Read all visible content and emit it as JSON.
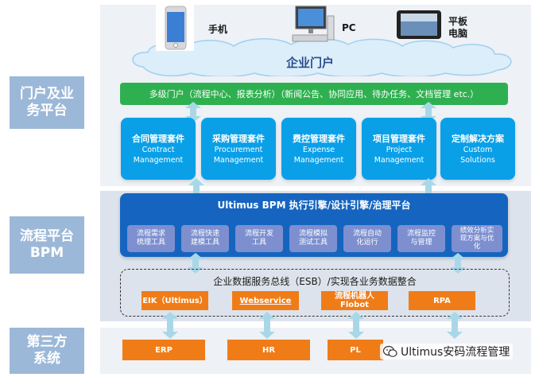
{
  "side_labels": {
    "portal": "门户及业\n务平台",
    "bpm": "流程平台\nBPM",
    "third": "第三方\n系统"
  },
  "devices": {
    "phone": "手机",
    "pc": "PC",
    "tablet": "平板\n电脑"
  },
  "cloud_title": "企业门户",
  "portal_bar": "多级门户（流程中心、报表分析）（新闻公告、协同应用、待办任务、文档管理 etc.）",
  "suites": [
    {
      "cn": "合同管理套件",
      "en": "Contract\nManagement"
    },
    {
      "cn": "采购管理套件",
      "en": "Procurement\nManagement"
    },
    {
      "cn": "费控管理套件",
      "en": "Expense\nManagement"
    },
    {
      "cn": "项目管理套件",
      "en": "Project\nManagement"
    },
    {
      "cn": "定制解决方案",
      "en": "Custom\nSolutions"
    }
  ],
  "bpm": {
    "title": "Ultimus BPM 执行引擎/设计引擎/治理平台",
    "items": [
      "流程需求\n梳理工具",
      "流程快速\n建模工具",
      "流程开发\n工具",
      "流程模拟\n测试工具",
      "流程自动\n化运行",
      "流程监控\n与管理",
      "绩效分析实\n现方案与优\n化"
    ]
  },
  "esb": {
    "title": "企业数据服务总线（ESB）/实现各业务数据整合",
    "items": [
      "EIK（Ultimus）",
      "Webservice",
      "流程机器人\nFlobot",
      "RPA"
    ]
  },
  "third_party": [
    "ERP",
    "HR",
    "PL"
  ],
  "watermark": "Ultimus安码流程管理",
  "colors": {
    "side_label": "#9cb8d8",
    "portal_bar": "#2fb050",
    "suite": "#0aa0e8",
    "bpm": "#1565c0",
    "bpm_item": "#7d8fcf",
    "orange": "#f07c18",
    "arrow": "#a8d8e8"
  }
}
